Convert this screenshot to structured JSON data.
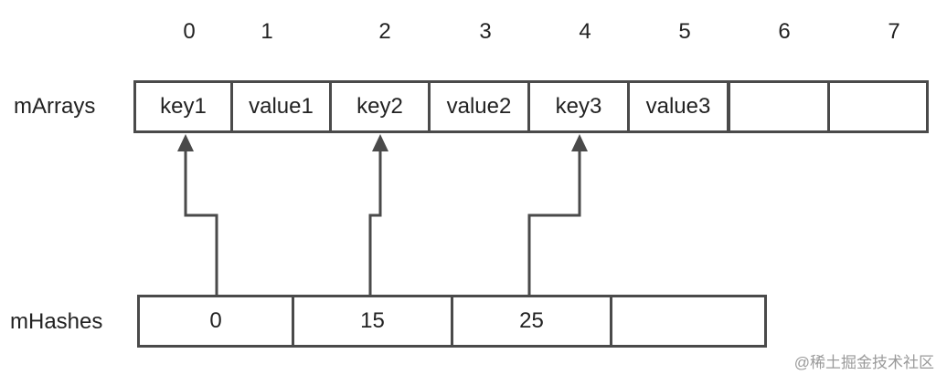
{
  "indices": [
    "0",
    "1",
    "2",
    "3",
    "4",
    "5",
    "6",
    "7"
  ],
  "arrays": {
    "label": "mArrays",
    "cells": [
      "key1",
      "value1",
      "key2",
      "value2",
      "key3",
      "value3",
      "",
      ""
    ]
  },
  "hashes": {
    "label": "mHashes",
    "cells": [
      "0",
      "15",
      "25",
      ""
    ]
  },
  "watermark": "@稀土掘金技术社区",
  "colors": {
    "border": "#4a4a4a",
    "arrow": "#4a4a4a",
    "text": "#222222",
    "watermark": "#9a9a9a"
  }
}
